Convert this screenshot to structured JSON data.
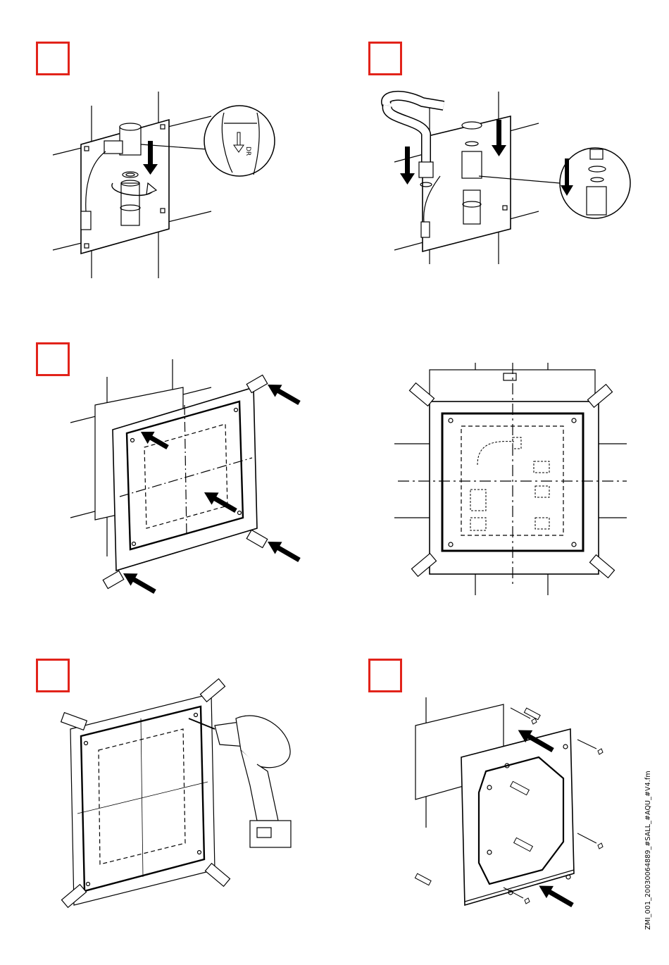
{
  "steps": [
    {
      "id": "step-1",
      "number": ""
    },
    {
      "id": "step-2",
      "number": ""
    },
    {
      "id": "step-3",
      "number": ""
    },
    {
      "id": "step-4",
      "number": ""
    },
    {
      "id": "step-5",
      "number": ""
    }
  ],
  "valve_marking": "DR",
  "document_id": "ZMI_001_20030064889_#SALL_#AQU_#V4.fm",
  "colors": {
    "step_box": "#e2231a",
    "line": "#000000"
  }
}
